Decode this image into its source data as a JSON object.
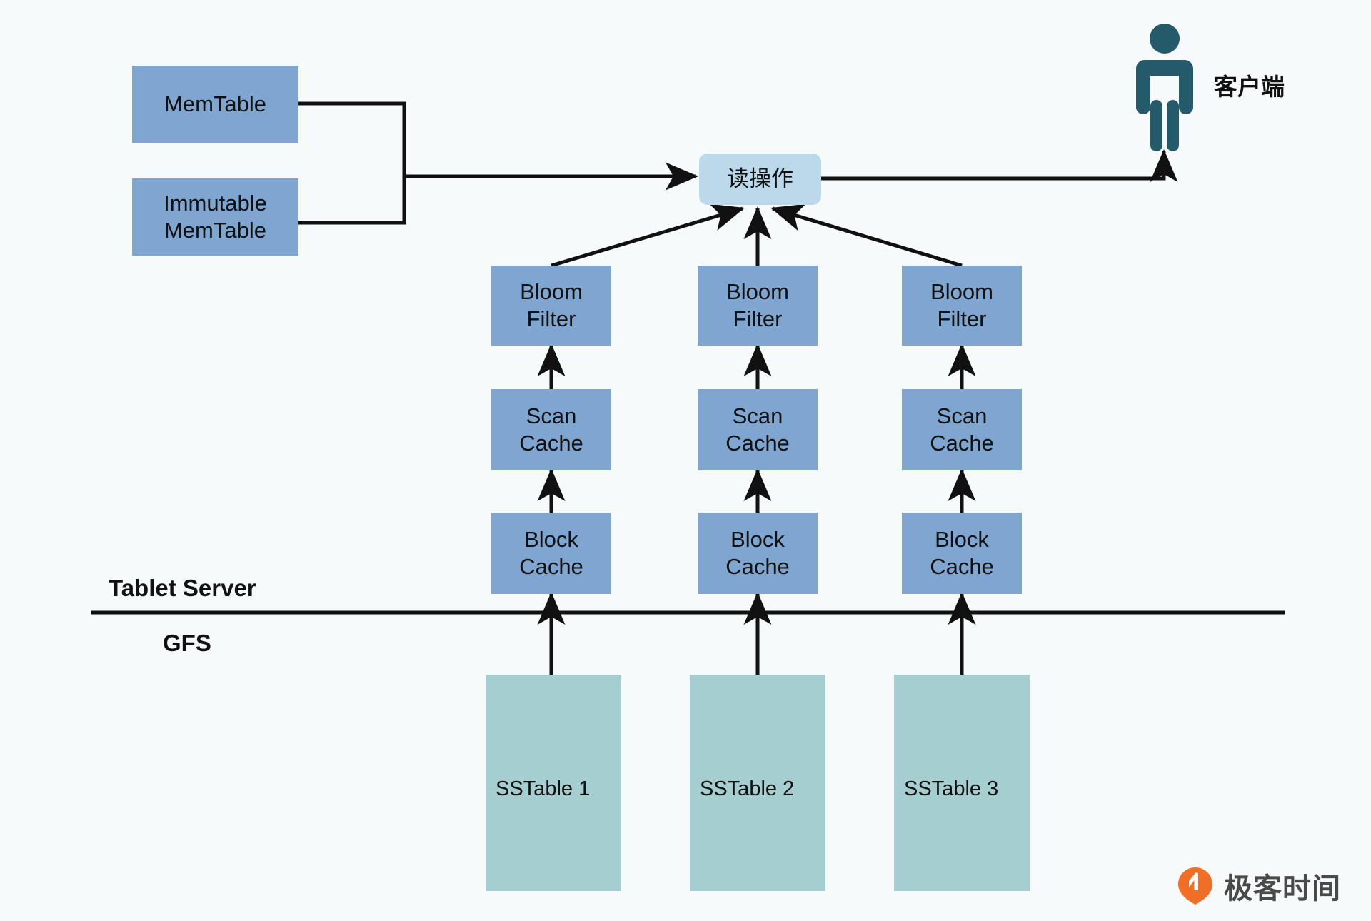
{
  "diagram": {
    "title": "Tablet Server read path",
    "background_color": "#f6fafb",
    "colors": {
      "component_blue": "#7fa6d0",
      "sstable_teal": "#a5ced1",
      "operation_blue": "#bcd9ec",
      "client_teal": "#255a६b",
      "brand_orange": "#f06f25",
      "line": "#111111"
    },
    "memtables": [
      {
        "label": "MemTable"
      },
      {
        "label": "Immutable\nMemTable"
      }
    ],
    "operation": {
      "label": "读操作"
    },
    "client": {
      "label": "客户端",
      "icon": "person-icon"
    },
    "tiers": {
      "upper": "Tablet Server",
      "lower": "GFS"
    },
    "columns": [
      {
        "bloom_filter": "Bloom\nFilter",
        "scan_cache": "Scan\nCache",
        "block_cache": "Block\nCache",
        "sstable": "SSTable 1"
      },
      {
        "bloom_filter": "Bloom\nFilter",
        "scan_cache": "Scan\nCache",
        "block_cache": "Block\nCache",
        "sstable": "SSTable 2"
      },
      {
        "bloom_filter": "Bloom\nFilter",
        "scan_cache": "Scan\nCache",
        "block_cache": "Block\nCache",
        "sstable": "SSTable 3"
      }
    ],
    "brand": {
      "name": "极客时间",
      "icon": "geektime-logo-icon"
    }
  }
}
